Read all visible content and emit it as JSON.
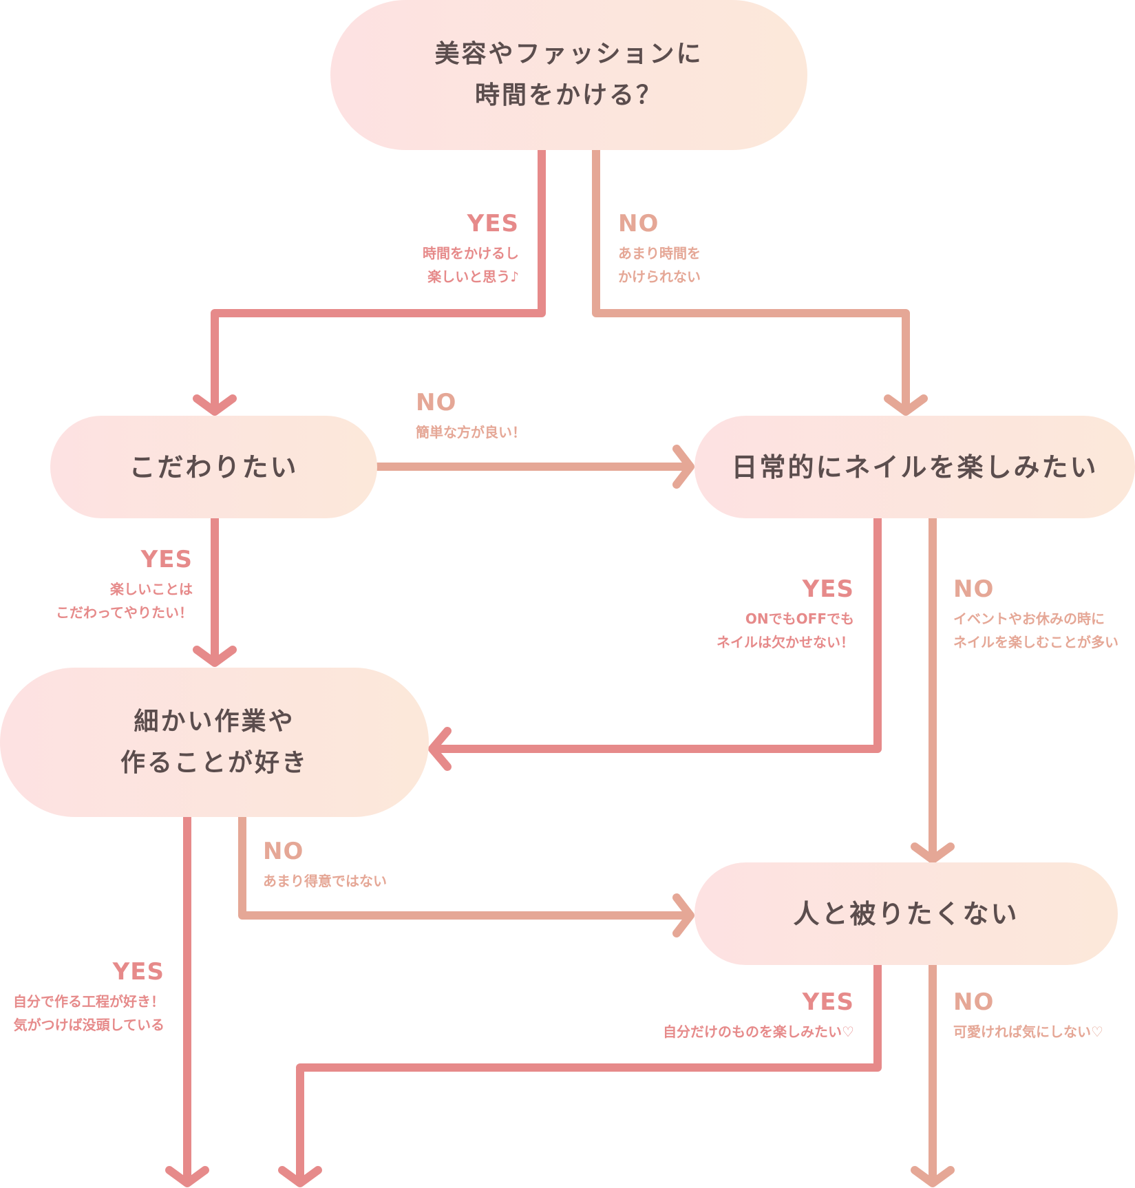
{
  "colors": {
    "yes_line": "#e68a8a",
    "no_line": "#e5a796",
    "node_gradient_start": "#fde2e2",
    "node_gradient_end": "#fce8da",
    "node_text": "#5b4d4d"
  },
  "nodes": {
    "q1": "美容やファッションに\n時間をかける？",
    "q2": "こだわりたい",
    "q3": "日常的にネイルを楽しみたい",
    "q4": "細かい作業や\n作ることが好き",
    "q5": "人と被りたくない"
  },
  "labels": {
    "q1_yes": {
      "answer": "YES",
      "desc": "時間をかけるし\n楽しいと思う♪"
    },
    "q1_no": {
      "answer": "NO",
      "desc": "あまり時間を\nかけられない"
    },
    "q2_no": {
      "answer": "NO",
      "desc": "簡単な方が良い！"
    },
    "q2_yes": {
      "answer": "YES",
      "desc": "楽しいことは\nこだわってやりたい！"
    },
    "q3_yes": {
      "answer": "YES",
      "desc": "ONでもOFFでも\nネイルは欠かせない！"
    },
    "q3_no": {
      "answer": "NO",
      "desc": "イベントやお休みの時に\nネイルを楽しむことが多い"
    },
    "q4_no": {
      "answer": "NO",
      "desc": "あまり得意ではない"
    },
    "q4_yes": {
      "answer": "YES",
      "desc": "自分で作る工程が好き！\n気がつけば没頭している"
    },
    "q5_yes": {
      "answer": "YES",
      "desc": "自分だけのものを楽しみたい♡"
    },
    "q5_no": {
      "answer": "NO",
      "desc": "可愛ければ気にしない♡"
    }
  }
}
